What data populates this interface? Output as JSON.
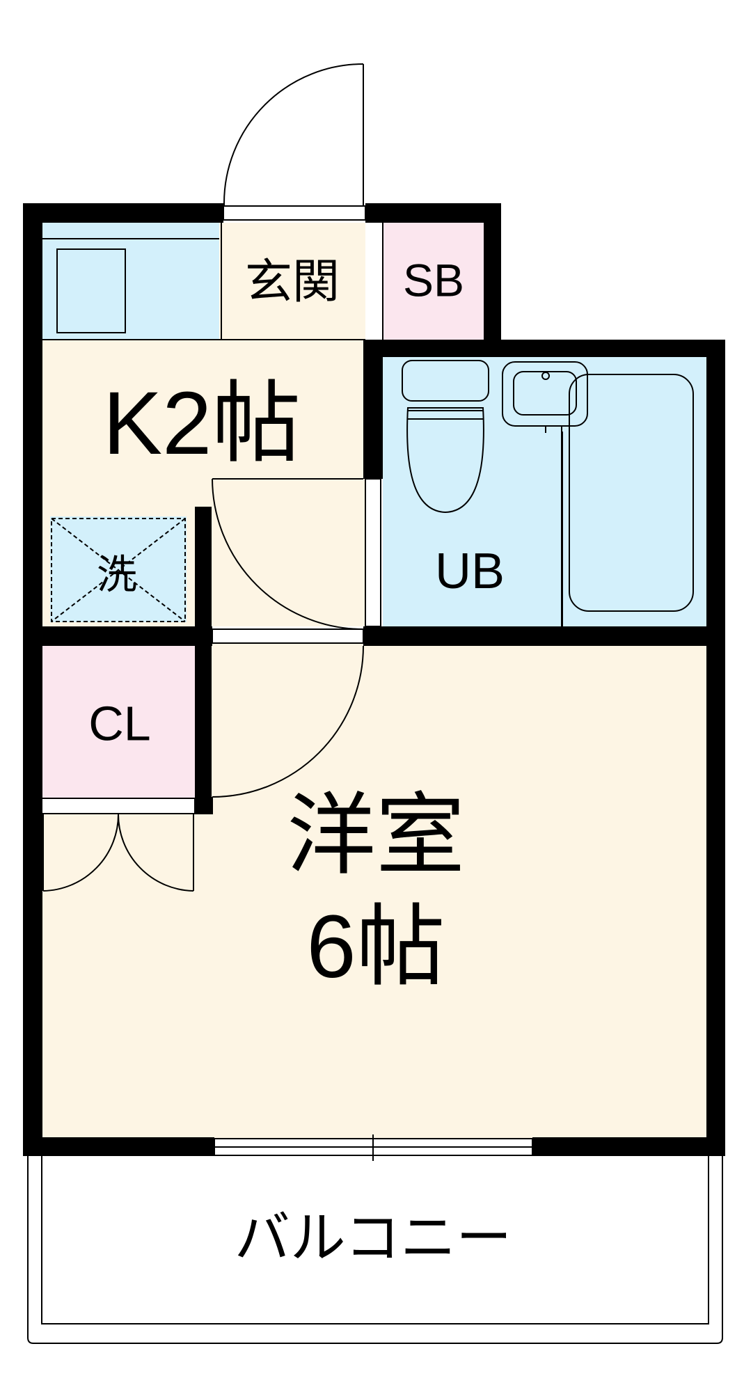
{
  "rooms": {
    "genkan": "玄関",
    "shoe_box": "SB",
    "kitchen": "K2帖",
    "washer": "洗",
    "unit_bath": "UB",
    "closet": "CL",
    "western_room_name": "洋室",
    "western_room_size": "6帖",
    "balcony": "バルコニー"
  },
  "colors": {
    "wall": "#000000",
    "floor_wood": "#fdf5e4",
    "water_area": "#d3f0fb",
    "storage": "#fbe6ee",
    "line": "#000000"
  }
}
